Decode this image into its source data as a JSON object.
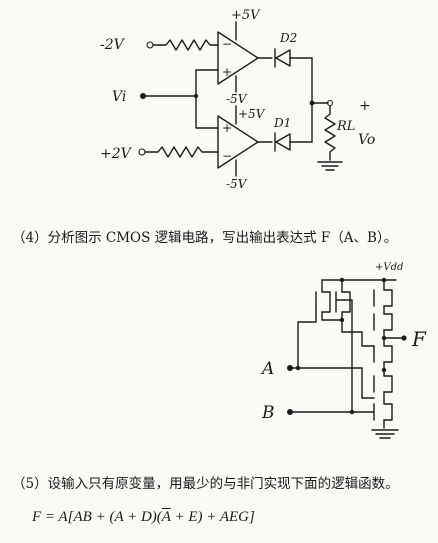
{
  "circuit1": {
    "labels": {
      "vpos_top": "+5V",
      "input_neg": "-2V",
      "input_vi": "Vi",
      "input_pos": "+2V",
      "amp1_neg_supply": "-5V",
      "amp2_pos_supply": "+5V",
      "amp2_neg_supply": "-5V",
      "diode_top": "D2",
      "diode_bottom": "D1",
      "resistor_load": "RL",
      "out_plus": "+",
      "out_voltage": "Vo",
      "op_minus": "−",
      "op_plus": "+"
    }
  },
  "question4": {
    "text": "（4）分析图示 CMOS 逻辑电路，写出输出表达式 F（A、B）。"
  },
  "circuit2": {
    "labels": {
      "vdd": "+Vdd",
      "output_f": "F",
      "input_a": "A",
      "input_b": "B"
    }
  },
  "question5": {
    "text": "（5）设输入只有原变量，用最少的与非门实现下面的逻辑函数。"
  },
  "formula": {
    "lhs": "F = A[AB + (A + D)(",
    "a_bar": "A",
    "rhs": " + E) + AEG]"
  }
}
